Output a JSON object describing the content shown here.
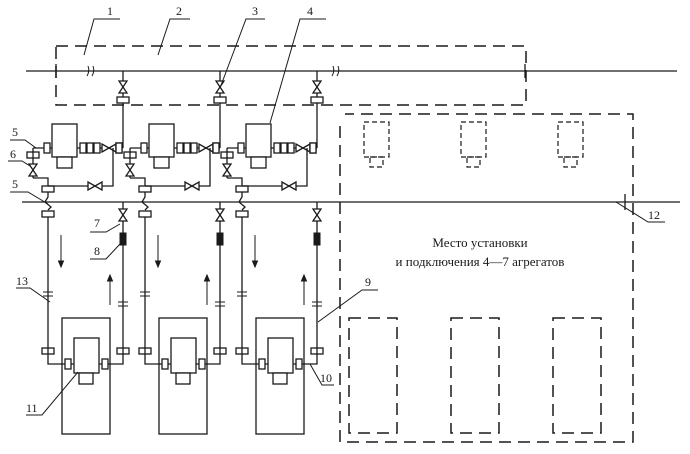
{
  "diagram": {
    "type": "piping-connection-scheme",
    "caption": {
      "line1": "Место установки",
      "line2": "и подключения 4—7 агрегатов"
    },
    "callouts": [
      {
        "id": "1",
        "text": "1"
      },
      {
        "id": "2",
        "text": "2"
      },
      {
        "id": "3",
        "text": "3"
      },
      {
        "id": "4",
        "text": "4"
      },
      {
        "id": "5a",
        "text": "5"
      },
      {
        "id": "6",
        "text": "6"
      },
      {
        "id": "5b",
        "text": "5"
      },
      {
        "id": "7",
        "text": "7"
      },
      {
        "id": "8",
        "text": "8"
      },
      {
        "id": "13",
        "text": "13"
      },
      {
        "id": "9",
        "text": "9"
      },
      {
        "id": "10",
        "text": "10"
      },
      {
        "id": "11",
        "text": "11"
      },
      {
        "id": "12",
        "text": "12"
      }
    ],
    "installed_units": 3,
    "reserved_units_range": "4—7",
    "reserved_unit_placeholders": 3,
    "line_color": "#1a1a1a",
    "background": "#ffffff"
  }
}
